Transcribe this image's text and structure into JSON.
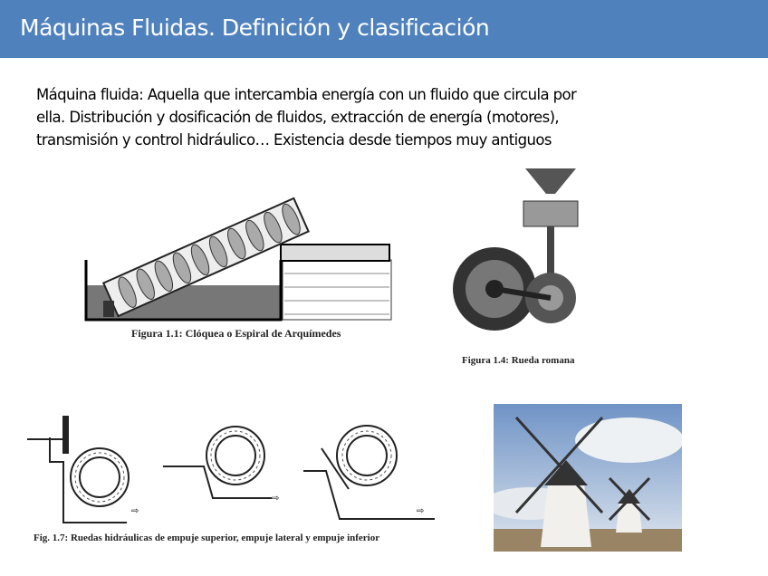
{
  "header": {
    "title": "Máquinas Fluidas. Definición y clasificación",
    "background_color": "#4F81BD"
  },
  "body": {
    "lines": [
      "Máquina fluida: Aquella que intercambia energía con un fluido que circula por",
      "ella. Distribución y dosificación de fluidos, extracción de energía (motores),",
      "transmisión y control hidráulico… Existencia desde tiempos muy antiguos"
    ]
  },
  "figures": {
    "archimedes": {
      "caption": "Figura 1.1: Clóquea o Espiral de Arquímedes"
    },
    "roman_wheel": {
      "caption": "Figura 1.4: Rueda romana"
    },
    "water_wheels": {
      "caption": "Fig. 1.7: Ruedas hidráulicas de empuje superior, empuje lateral y empuje inferior"
    },
    "windmill": {
      "caption": ""
    }
  }
}
